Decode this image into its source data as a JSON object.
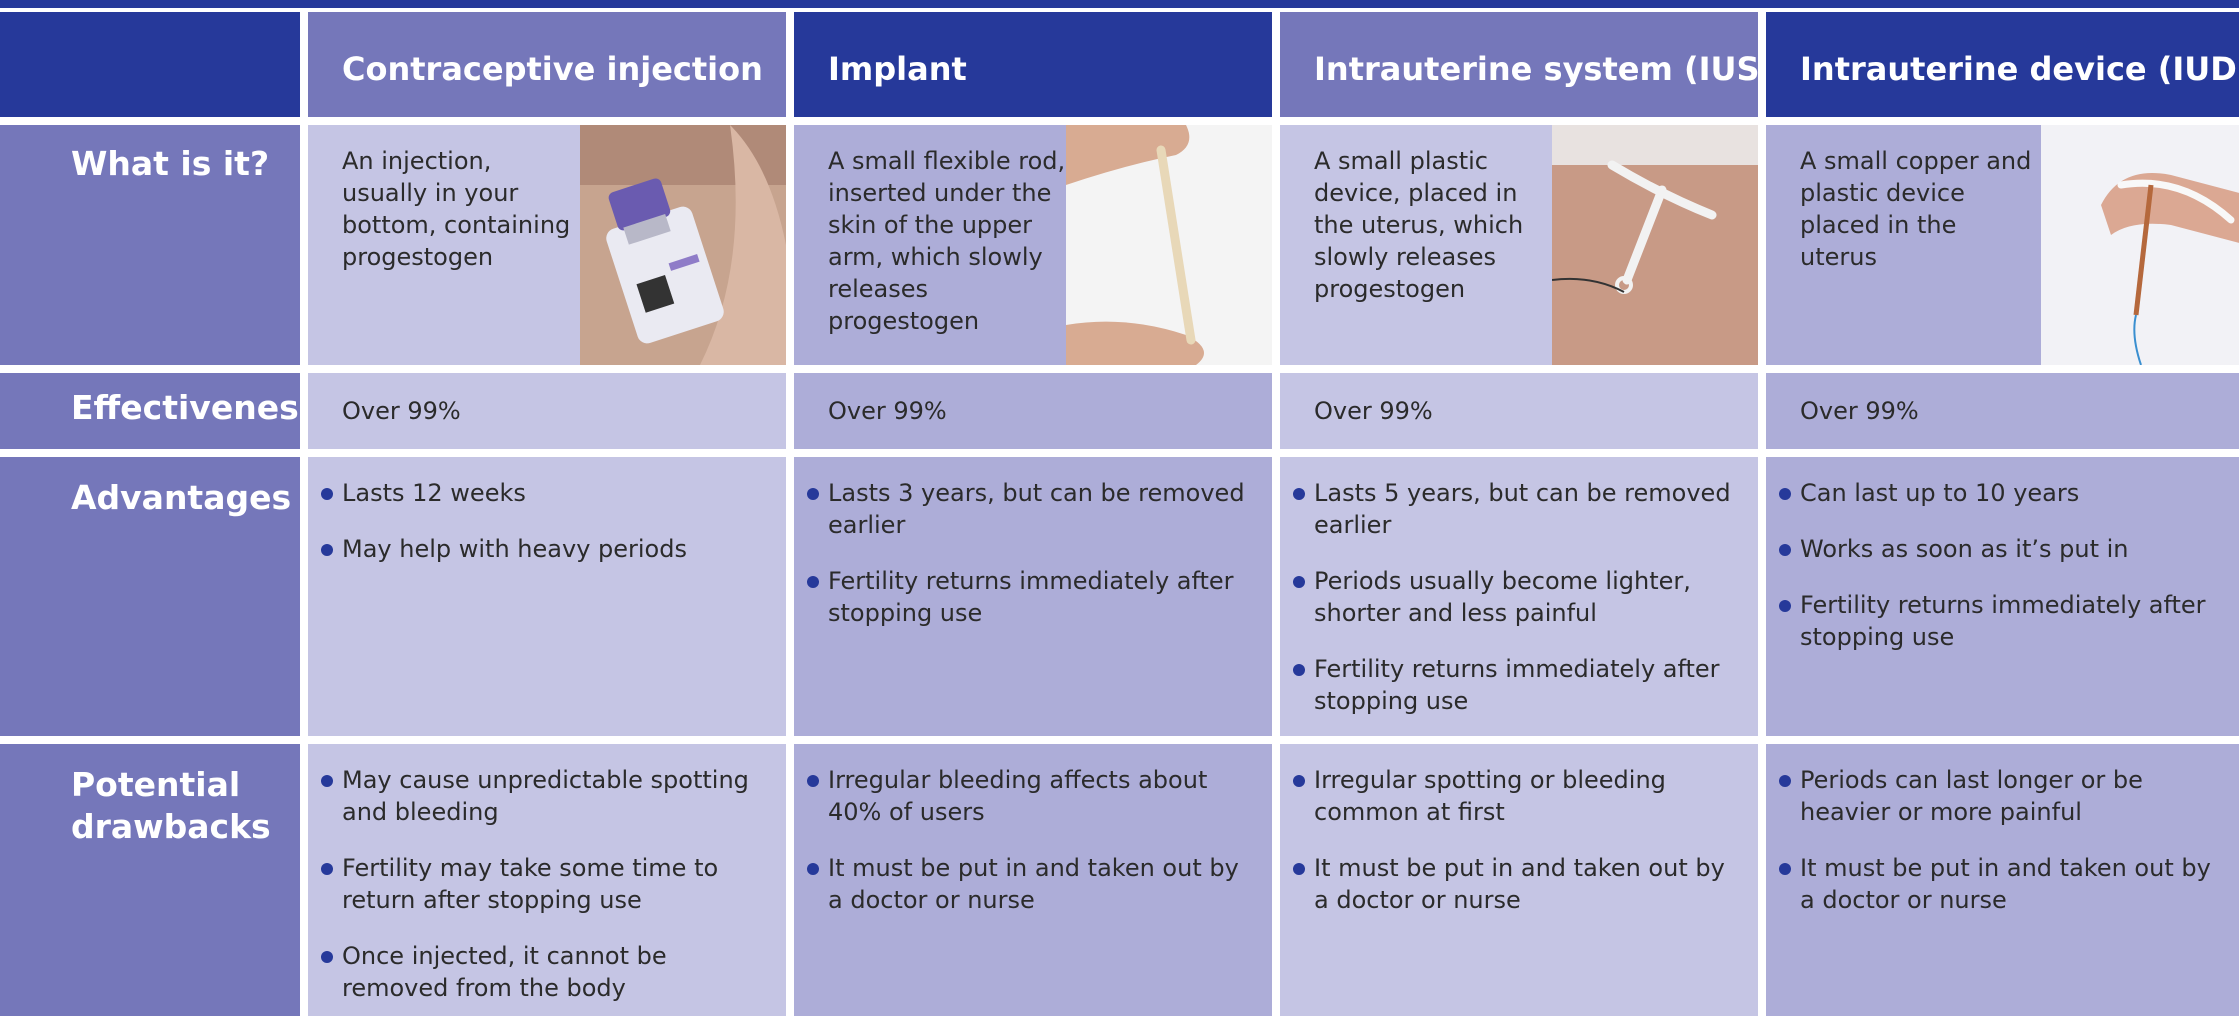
{
  "columns": [
    {
      "title": "Contraceptive injection",
      "description": "An injection, usually in your bottom, containing progestogen",
      "photo_icon": "injection-vial-photo",
      "effectiveness": "Over 99%",
      "advantages": [
        "Lasts 12 weeks",
        "May help with heavy periods"
      ],
      "drawbacks": [
        "May cause unpredictable spotting and bleeding",
        "Fertility may take some time to return after stopping use",
        "Once injected, it cannot be removed from the body"
      ]
    },
    {
      "title": "Implant",
      "description": "A small flexible rod, inserted under the skin of the upper arm, which slowly releases progestogen",
      "photo_icon": "implant-rod-photo",
      "effectiveness": "Over 99%",
      "advantages": [
        "Lasts 3 years, but can be removed earlier",
        "Fertility returns immediately after stopping use"
      ],
      "drawbacks": [
        "Irregular bleeding affects about 40% of users",
        "It must be put in and taken out by a doctor or nurse"
      ]
    },
    {
      "title": "Intrauterine system (IUS)",
      "description": "A small plastic device, placed in the uterus, which slowly releases progestogen",
      "photo_icon": "ius-device-photo",
      "effectiveness": "Over 99%",
      "advantages": [
        "Lasts 5 years, but can be removed earlier",
        "Periods usually become lighter, shorter and less painful",
        "Fertility returns immediately after stopping use"
      ],
      "drawbacks": [
        "Irregular spotting or bleeding common at first",
        "It must be put in and taken out by a doctor or nurse"
      ]
    },
    {
      "title": "Intrauterine device (IUD)",
      "description": "A small copper and plastic device placed in the uterus",
      "photo_icon": "iud-device-photo",
      "effectiveness": "Over 99%",
      "advantages": [
        "Can last up to 10 years",
        "Works as soon as it’s put in",
        "Fertility returns immediately after stopping use"
      ],
      "drawbacks": [
        "Periods can last longer or be heavier or more painful",
        "It must be put in and taken out by a doctor or nurse"
      ]
    }
  ],
  "row_labels": {
    "what": "What is it?",
    "effectiveness": "Effectiveness",
    "advantages": "Advantages",
    "drawbacks": "Potential drawbacks"
  },
  "colors": {
    "dark_blue": "#26399a",
    "label_purple": "#7577ba",
    "light_lavender": "#c5c5e4",
    "mid_lavender": "#adadd8",
    "bullet": "#26399a"
  }
}
